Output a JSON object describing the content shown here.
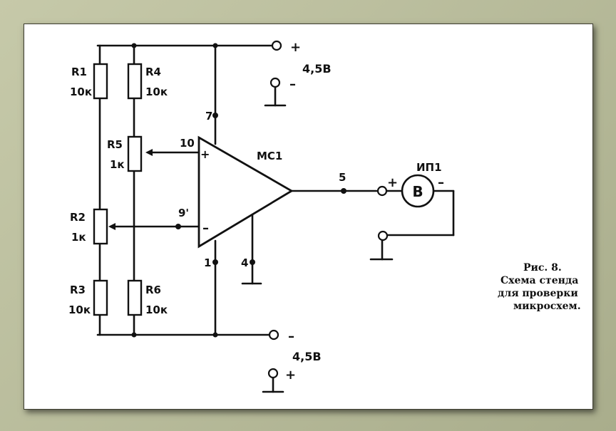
{
  "labels": {
    "r1": "R1",
    "r1_val": "10к",
    "r4": "R4",
    "r4_val": "10к",
    "r5": "R5",
    "r5_val": "1к",
    "r2": "R2",
    "r2_val": "1к",
    "r3": "R3",
    "r3_val": "10к",
    "r6": "R6",
    "r6_val": "10к",
    "chip": "МС1",
    "meter": "ИП1",
    "meter_symbol": "В",
    "pin7": "7",
    "pin10": "10",
    "pin9": "9'",
    "pin5": "5",
    "pin1": "1",
    "pin4": "4",
    "supply_top": "4,5В",
    "supply_bottom": "4,5В",
    "plus": "+",
    "minus": "–"
  },
  "caption": {
    "line1": "Рис. 8.",
    "line2": "Схема стенда",
    "line3": "для проверки",
    "line4": "микросхем."
  }
}
